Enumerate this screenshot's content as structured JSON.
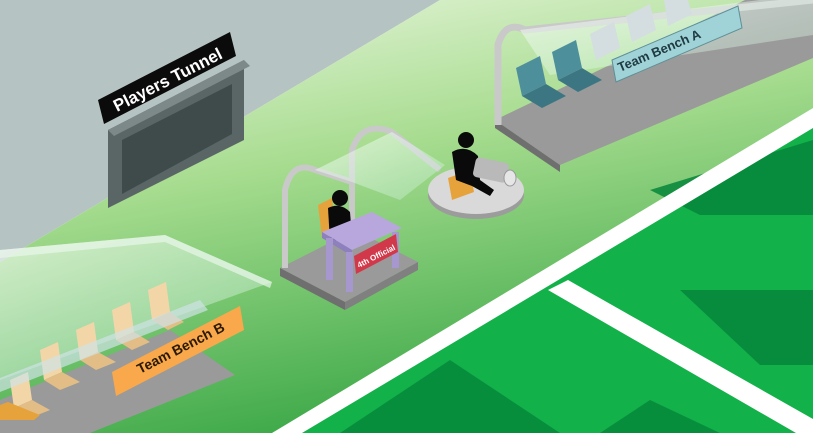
{
  "labels": {
    "players_tunnel": "Players Tunnel",
    "team_bench_a": "Team Bench A",
    "team_bench_b": "Team Bench B",
    "fourth_official": "4th Official"
  },
  "colors": {
    "wall": "#b5c3c3",
    "apron_light": "#d8efc6",
    "apron_mid": "#8fd37e",
    "apron_dark": "#4fb352",
    "pitch_light": "#13b14a",
    "pitch_dark": "#05863a",
    "line_white": "#ffffff",
    "bench_a_sign": "#9fd3d7",
    "bench_b_sign": "#f9a94b",
    "official_sign": "#d1394b",
    "table_purple": "#b7a7dd",
    "seat_teal": "#4e8f9c",
    "seat_cream": "#f3d6a8",
    "silhouette": "#0a0a0a"
  }
}
